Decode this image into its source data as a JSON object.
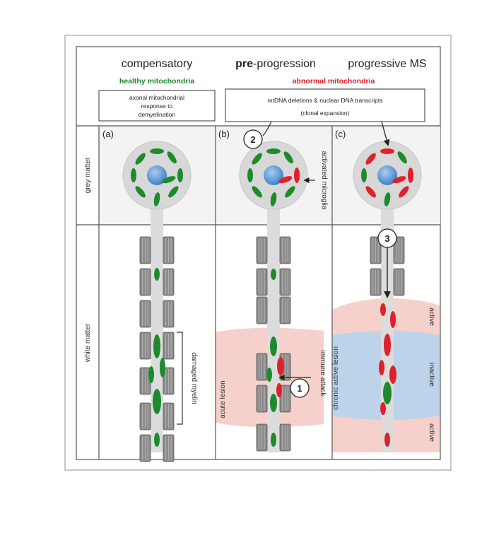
{
  "headers": {
    "col_a": "compensatory",
    "col_b_bold": "pre",
    "col_b_rest": "-progression",
    "col_c": "progressive MS"
  },
  "subheaders": {
    "healthy": "healthy mitochondria",
    "abnormal": "abnormal mitochondria"
  },
  "colors": {
    "healthy": "#1e8a2e",
    "abnormal": "#e0202a",
    "nucleus": "#5b9bd5",
    "lesion_pink": "#f6d0ca",
    "lesion_blue": "#bcd3ea",
    "axon": "#dcdcdc"
  },
  "box_a": [
    "axonal mitochondrial",
    "response to",
    "demyelination"
  ],
  "box_b": [
    "mtDNA deletions & nuclear DNA transcripts",
    "(clonal expansion)"
  ],
  "row_labels": {
    "grey": "grey matter",
    "white": "white matter"
  },
  "panel_labels": {
    "a": "(a)",
    "b": "(b)",
    "c": "(c)"
  },
  "annotations": {
    "activated_microglia": "activated microglia",
    "damaged_myelin": "damaged myelin",
    "acute_lesion": "acute lesion",
    "immune_attack": "immune attack",
    "chronic_active_lesion": "chronic active lesion",
    "active_top": "active",
    "inactive": "inactive",
    "active_bottom": "active"
  },
  "markers": {
    "m1": "1",
    "m2": "2",
    "m3": "3"
  }
}
